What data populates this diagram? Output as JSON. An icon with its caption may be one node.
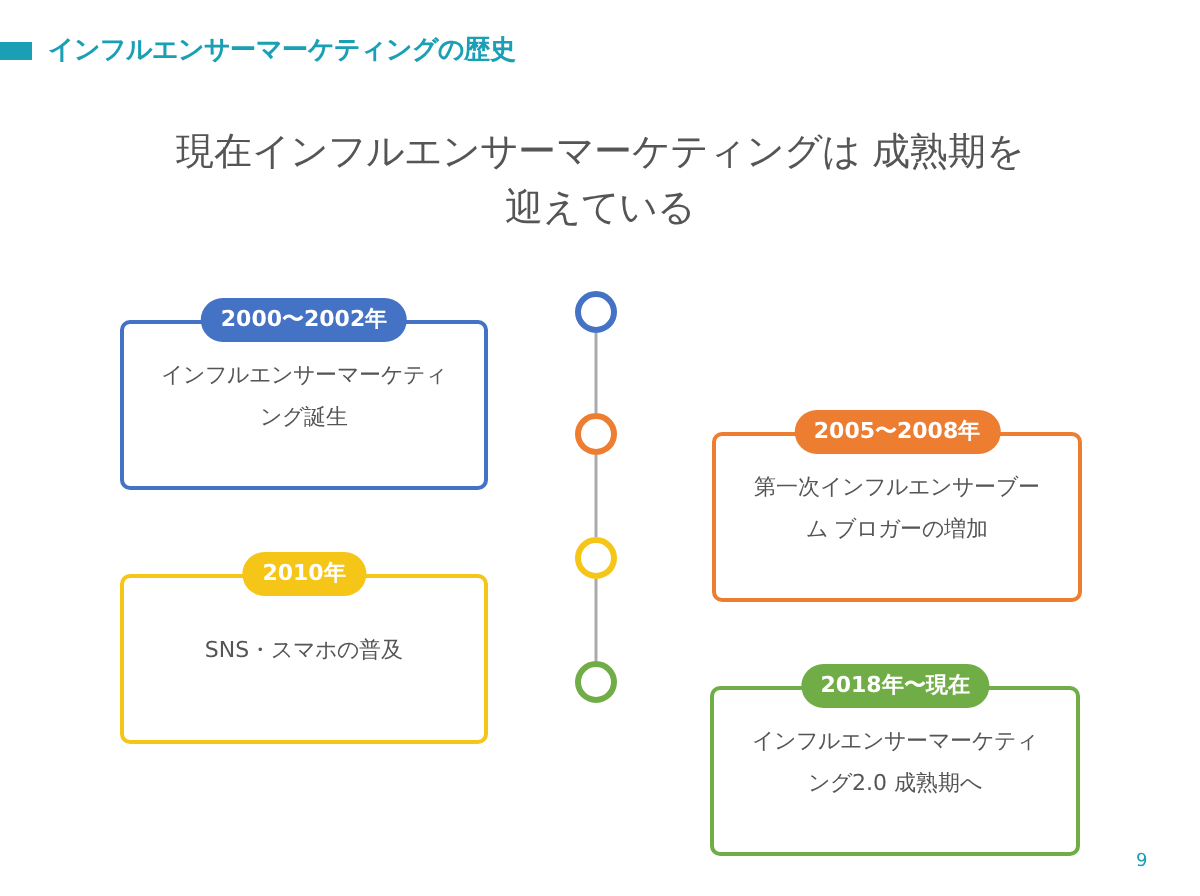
{
  "diagram": {
    "title": "インフルエンサーマーケティングの歴史",
    "nodes": [
      {
        "text": [],
        "shape": "circle"
      },
      {
        "text": [],
        "shape": "circle"
      },
      {
        "text": [],
        "shape": "circle"
      },
      {
        "text": [],
        "shape": "circle"
      },
      {
        "text": [
          "2000〜2002年",
          "インフルエンサーマーケティング誕生"
        ]
      },
      {
        "text": [
          "2005〜2008年",
          "第一次インフルエンサーブーム ブロガーの増加"
        ]
      },
      {
        "text": [
          "2010年",
          "SNS・スマホの普及"
        ]
      },
      {
        "text": [
          "2018年〜現在",
          "インフルエンサーマーケティング2.0 成熟期へ"
        ]
      }
    ],
    "edges": [
      {
        "from": 0,
        "to": 1,
        "arrow": "none"
      },
      {
        "from": 1,
        "to": 2,
        "arrow": "none"
      },
      {
        "from": 2,
        "to": 3,
        "arrow": "none"
      }
    ],
    "labels": [
      "現在インフルエンサーマーケティングは 成熟期を迎えている",
      "9"
    ]
  }
}
